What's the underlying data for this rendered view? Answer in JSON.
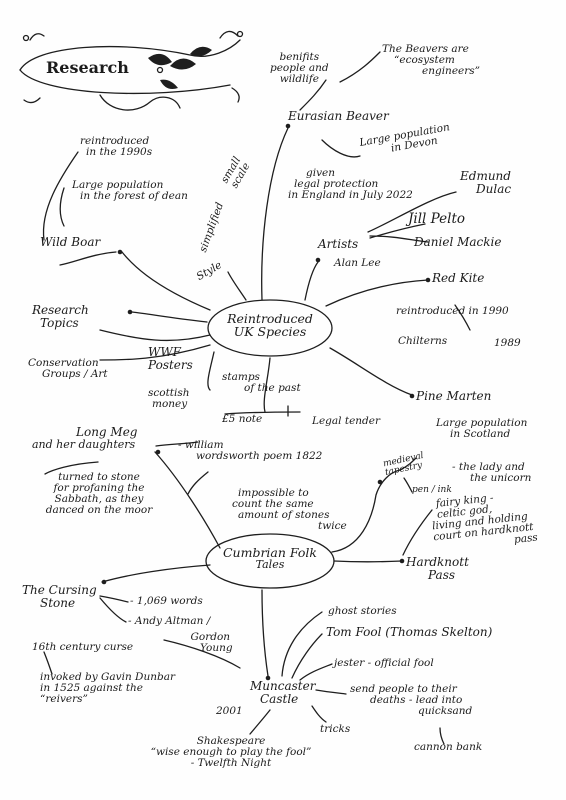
{
  "title": "Research",
  "hubs": {
    "species": [
      "Reintroduced",
      "UK Species"
    ],
    "folk": [
      "Cumbrian Folk",
      "Tales"
    ]
  },
  "nodes": {
    "beaver": "Eurasian Beaver",
    "benefits": [
      "benifits",
      "people and",
      "wildlife"
    ],
    "engineers": [
      "The Beavers are",
      "“ecosystem",
      "engineers”"
    ],
    "devon": [
      "Large population",
      "in Devon"
    ],
    "legal_protection": [
      "given",
      "legal protection",
      "in England in July 2022"
    ],
    "small_scale": [
      "small",
      "scale"
    ],
    "simplified": "simplified",
    "style": "Style",
    "artists": "Artists",
    "dulac": [
      "Edmund",
      "Dulac"
    ],
    "pelto": "Jill Pelto",
    "mackie": "Daniel Mackie",
    "alan_lee": "Alan Lee",
    "red_kite": "Red Kite",
    "reintro_1990": "reintroduced in 1990",
    "chilterns": "Chilterns",
    "year_1989": "1989",
    "boar_1990s": [
      "reintroduced",
      "in the 1990s"
    ],
    "boar_dean": [
      "Large population",
      "in the forest of dean"
    ],
    "wild_boar": "Wild Boar",
    "research_topics": [
      "Research",
      "Topics"
    ],
    "wwf": [
      "WWF",
      "Posters"
    ],
    "conservation": [
      "Conservation",
      "Groups / Art"
    ],
    "stamps": [
      "stamps",
      "of the past"
    ],
    "scottish_money": [
      "scottish",
      "money"
    ],
    "e5_note": "£5 note",
    "legal_tender": "Legal tender",
    "pine_marten": "Pine Marten",
    "scotland": [
      "Large population",
      "in Scotland"
    ],
    "long_meg": [
      "Long Meg",
      "and her daughters"
    ],
    "wordsworth": [
      "- william",
      "wordsworth poem 1822"
    ],
    "turned_to_stone": [
      "turned to stone",
      "for profaning the",
      "Sabbath, as they",
      "danced on the moor"
    ],
    "impossible": [
      "impossible to",
      "count the same",
      "amount of stones",
      "twice"
    ],
    "tapestry": [
      "medieval",
      "tapestry"
    ],
    "lady_unicorn": [
      "- the lady and",
      "the unicorn"
    ],
    "pen_ink": "pen / ink",
    "fairy_king": [
      "fairy king -",
      "celtic god,",
      "living and holding",
      "court on hardknott",
      "pass"
    ],
    "hardknott": [
      "Hardknott",
      "Pass"
    ],
    "cursing_stone": [
      "The Cursing",
      "Stone"
    ],
    "words_1069": "- 1,069 words",
    "andy_altman": "- Andy Altman /",
    "gordon_young": [
      "Gordon",
      "Young"
    ],
    "century_curse": "16th century curse",
    "year_2001": "2001",
    "gavin_dunbar": [
      "invoked by Gavin Dunbar",
      "in 1525 against the",
      "“reivers”"
    ],
    "ghost_stories": "ghost stories",
    "tom_fool": "Tom Fool (Thomas Skelton)",
    "jester": "jester - official fool",
    "muncaster": [
      "Muncaster",
      "Castle"
    ],
    "send_people": [
      "send people to their",
      "deaths - lead into",
      "quicksand"
    ],
    "tricks": "tricks",
    "cannon_bank": "cannon bank",
    "shakespeare": [
      "Shakespeare",
      "“wise enough to play the fool”",
      "- Twelfth Night"
    ]
  }
}
